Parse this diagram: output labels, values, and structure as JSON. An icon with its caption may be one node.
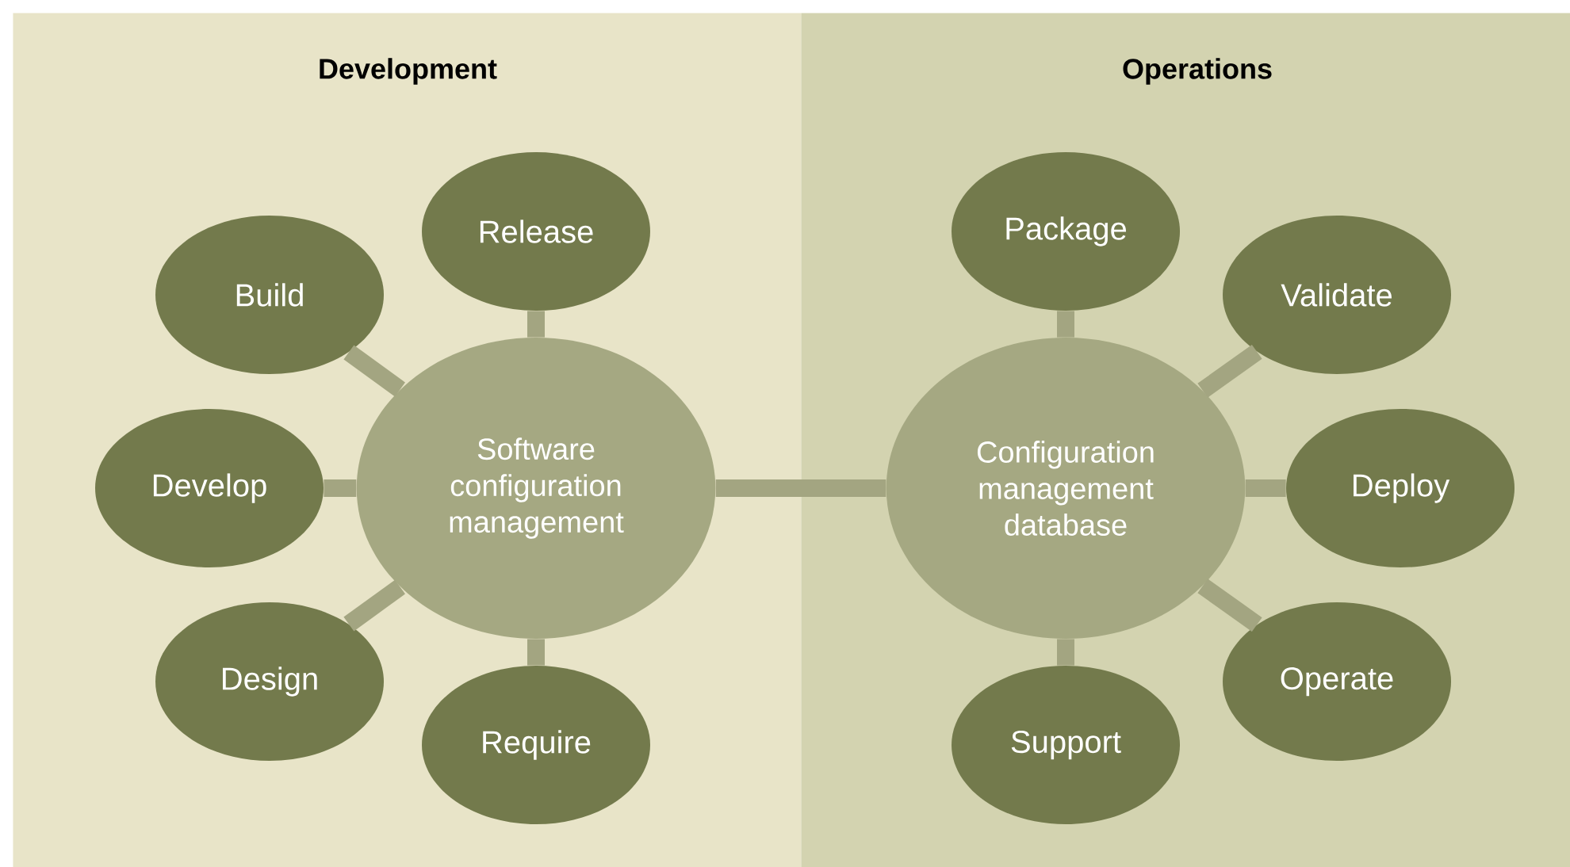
{
  "diagram": {
    "nodes": [
      {
        "text": [
          "Development"
        ]
      },
      {
        "text": [
          "Software configuration management"
        ],
        "in": 0
      },
      {
        "text": [
          "Release"
        ],
        "in": 0
      },
      {
        "text": [
          "Build"
        ],
        "in": 0
      },
      {
        "text": [
          "Develop"
        ],
        "in": 0
      },
      {
        "text": [
          "Design"
        ],
        "in": 0
      },
      {
        "text": [
          "Require"
        ],
        "in": 0
      },
      {
        "text": [
          "Operations"
        ]
      },
      {
        "text": [
          "Configuration management database"
        ],
        "in": 7
      },
      {
        "text": [
          "Package"
        ],
        "in": 7
      },
      {
        "text": [
          "Validate"
        ],
        "in": 7
      },
      {
        "text": [
          "Deploy"
        ],
        "in": 7
      },
      {
        "text": [
          "Operate"
        ],
        "in": 7
      },
      {
        "text": [
          "Support"
        ],
        "in": 7
      }
    ],
    "edges": [
      {
        "from": 1,
        "to": 8,
        "arrow": "none"
      },
      {
        "from": 1,
        "to": 2,
        "arrow": "none"
      },
      {
        "from": 1,
        "to": 3,
        "arrow": "none"
      },
      {
        "from": 1,
        "to": 4,
        "arrow": "none"
      },
      {
        "from": 1,
        "to": 5,
        "arrow": "none"
      },
      {
        "from": 1,
        "to": 6,
        "arrow": "none"
      },
      {
        "from": 8,
        "to": 9,
        "arrow": "none"
      },
      {
        "from": 8,
        "to": 10,
        "arrow": "none"
      },
      {
        "from": 8,
        "to": 11,
        "arrow": "none"
      },
      {
        "from": 8,
        "to": 12,
        "arrow": "none"
      },
      {
        "from": 8,
        "to": 13,
        "arrow": "none"
      }
    ]
  }
}
